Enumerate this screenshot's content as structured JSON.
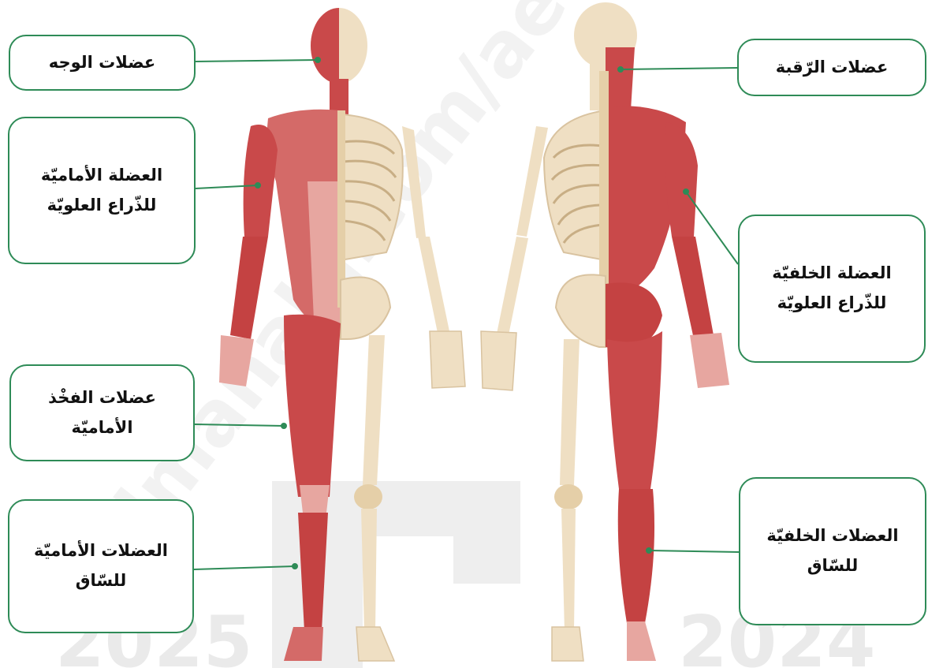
{
  "labels": {
    "face": "عضلات الوجه",
    "biceps_l1": "العضلة الأماميّة",
    "biceps_l2": "للذّراع العلويّة",
    "quads_l1": "عضلات الفخْذ",
    "quads_l2": "الأماميّة",
    "shin_l1": "العضلات الأماميّة",
    "shin_l2": "للسّاق",
    "neck": "عضلات الرّقبة",
    "triceps_l1": "العضلة الخلفيّة",
    "triceps_l2": "للذّراع العلويّة",
    "calf_l1": "العضلات الخلفيّة",
    "calf_l2": "للسّاق"
  },
  "watermark": {
    "text": "Almanahj.com/ae",
    "year_left": "2025",
    "year_right": "2024"
  },
  "colors": {
    "leader": "#2e8b57",
    "muscle": "#c9494a",
    "muscle_light": "#e7a6a0",
    "bone": "#efdfc3",
    "bone_shade": "#d9c3a0",
    "watermark": "#e6e6e6"
  }
}
